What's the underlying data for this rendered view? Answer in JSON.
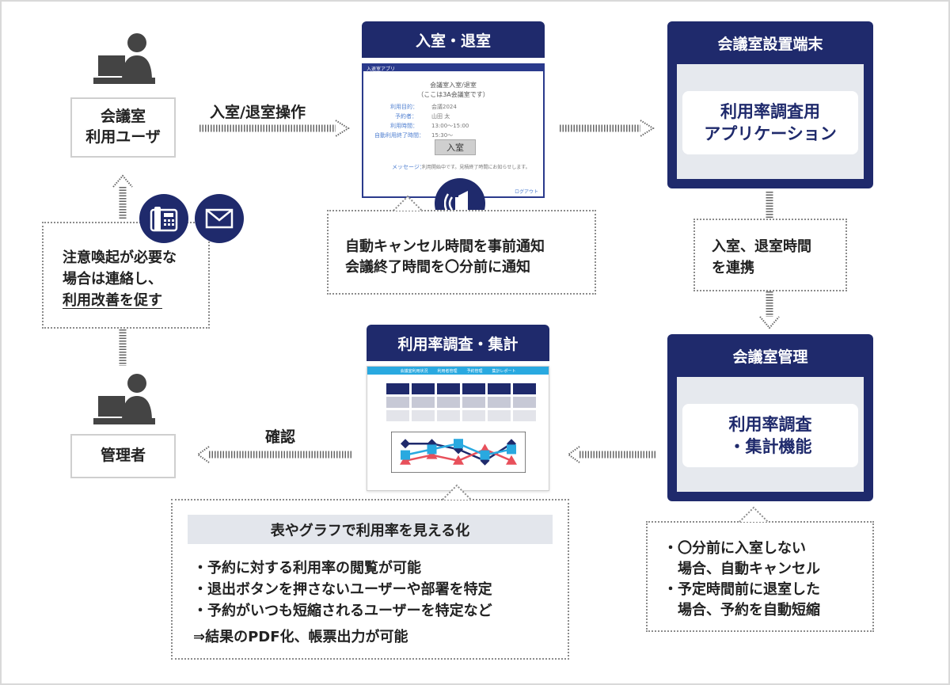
{
  "colors": {
    "navy": "#1f2a6c",
    "accent_blue": "#29a9e0",
    "accent_red": "#e8505b",
    "border_gray": "#cfcfcf",
    "panel_gray": "#e6e9ee"
  },
  "user_label": "会議室\n利用ユーザ",
  "admin_label": "管理者",
  "enter_exit_op": "入室/退室操作",
  "confirm": "確認",
  "enter_exit_panel": {
    "title": "入室・退室",
    "screen": {
      "header": "入退室アプリ",
      "heading1": "会議室入室/退室",
      "heading2": "（ここは3A会議室です）",
      "rows": [
        {
          "label": "利用目的：",
          "value": "会議2024"
        },
        {
          "label": "予約者：",
          "value": "山田 太"
        },
        {
          "label": "利用時間：",
          "value": "13:00〜15:00"
        },
        {
          "label": "自動利用終了時間：",
          "value": "15:30〜"
        }
      ],
      "button": "入室",
      "message_label": "メッセージ：",
      "message": "利用開始中です。見積終了時間にお知らせします。",
      "footer_link": "ログアウト"
    },
    "notice_lines": [
      "自動キャンセル時間を事前通知",
      "会議終了時間を〇分前に通知"
    ]
  },
  "terminal": {
    "title": "会議室設置端末",
    "card": "利用率調査用\nアプリケーション"
  },
  "link_note": "入室、退室時間\nを連携",
  "manage": {
    "title": "会議室管理",
    "card": "利用率調査\n・集計機能",
    "notes": [
      "・〇分前に入室しない",
      "　場合、自動キャンセル",
      "・予定時間前に退室した",
      "　場合、予約を自動短縮"
    ]
  },
  "alert_note": [
    "注意喚起が必要な",
    "場合は連絡し、",
    "利用改善を促す"
  ],
  "stats_panel": {
    "title": "利用率調査・集計",
    "nav": [
      "会議室利用状況",
      "利用者管理",
      "予約管理",
      "集計レポート"
    ]
  },
  "bottom_note": {
    "heading": "表やグラフで利用率を見える化",
    "bullets": [
      "・予約に対する利用率の閲覧が可能",
      "・退出ボタンを押さないユーザーや部署を特定",
      "・予約がいつも短縮されるユーザーを特定など"
    ],
    "result": "⇒結果のPDF化、帳票出力が可能"
  },
  "chart_data": {
    "type": "line",
    "x": [
      1,
      2,
      3,
      4,
      5
    ],
    "series": [
      {
        "values": [
          4,
          4,
          3,
          1,
          4
        ],
        "color": "#1f2a6c"
      },
      {
        "values": [
          1,
          2,
          1,
          3,
          1
        ],
        "color": "#e8505b"
      },
      {
        "values": [
          2,
          3,
          4,
          2,
          3
        ],
        "color": "#29a9e0"
      }
    ],
    "ylim": [
      0,
      5
    ]
  }
}
